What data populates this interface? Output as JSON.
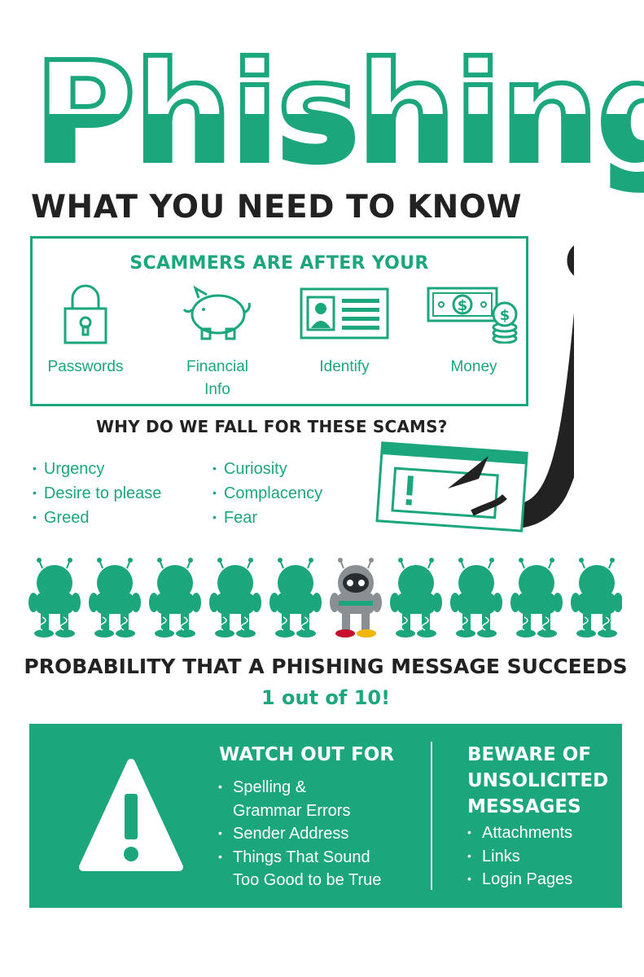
{
  "header": {
    "title": "Phishing",
    "subtitle": "WHAT YOU NEED TO KNOW"
  },
  "scammers": {
    "title": "SCAMMERS ARE AFTER YOUR",
    "items": [
      {
        "label": "Passwords",
        "icon": "padlock-icon"
      },
      {
        "label": "Financial\nInfo",
        "icon": "piggy-bank-icon"
      },
      {
        "label": "Identify",
        "icon": "id-card-icon"
      },
      {
        "label": "Money",
        "icon": "money-icon"
      }
    ]
  },
  "why": {
    "title": "WHY DO WE FALL FOR THESE SCAMS?",
    "left": [
      "Urgency",
      "Desire to please",
      "Greed"
    ],
    "right": [
      "Curiosity",
      "Complacency",
      "Fear"
    ]
  },
  "probability": {
    "title": "PROBABILITY THAT A PHISHING MESSAGE SUCCEEDS",
    "value": "1 out of 10!",
    "success_rate": 0.1
  },
  "watch_out": {
    "title": "WATCH OUT FOR",
    "items": [
      "Spelling &",
      "Grammar Errors",
      "Sender Address",
      "Things That Sound",
      "Too Good to be True"
    ]
  },
  "beware": {
    "title_lines": [
      "BEWARE OF",
      "UNSOLICITED",
      "MESSAGES"
    ],
    "items": [
      "Attachments",
      "Links",
      "Login Pages"
    ]
  },
  "colors": {
    "accent": "#1ba67c",
    "dark": "#222222",
    "highlight_robot": "#c8102e"
  }
}
